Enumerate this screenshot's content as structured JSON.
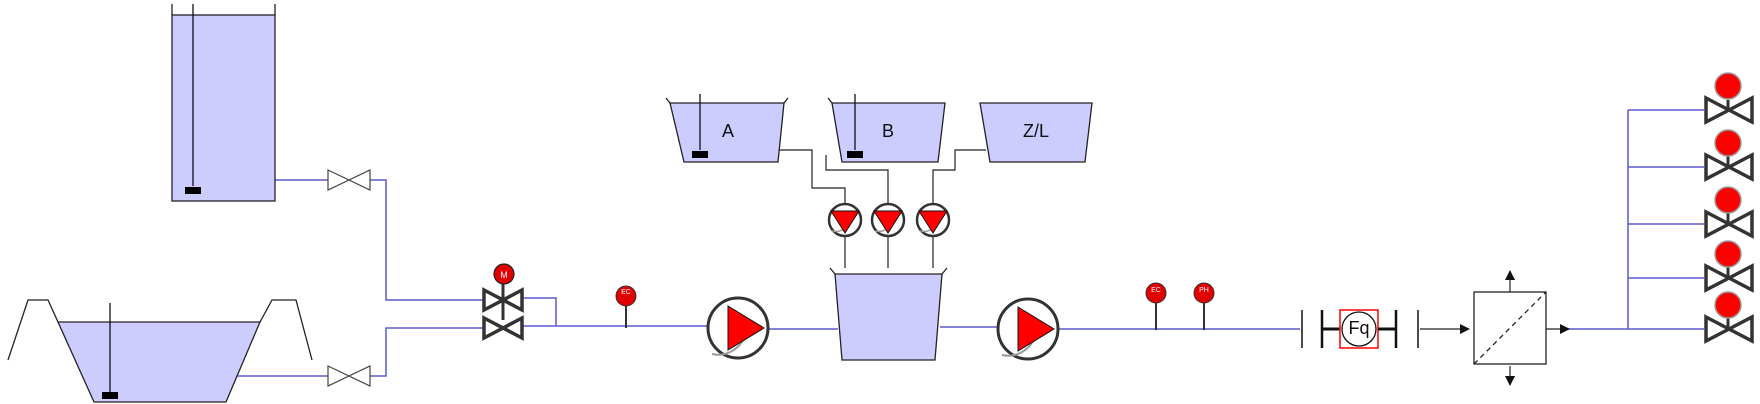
{
  "tanks": {
    "dosing_a": "A",
    "dosing_b": "B",
    "dosing_zl": "Z/L"
  },
  "sensors": {
    "ec_1": "EC",
    "ec_2": "EC",
    "ph": "PH",
    "motor_valve": "M"
  },
  "flow_meter": "Fq",
  "colors": {
    "tank_fill": "#ccccff",
    "pipe_blue": "#5a5acd",
    "pump_red": "#ff0000",
    "sensor_red": "#e00000",
    "valve_grey": "#333333"
  }
}
